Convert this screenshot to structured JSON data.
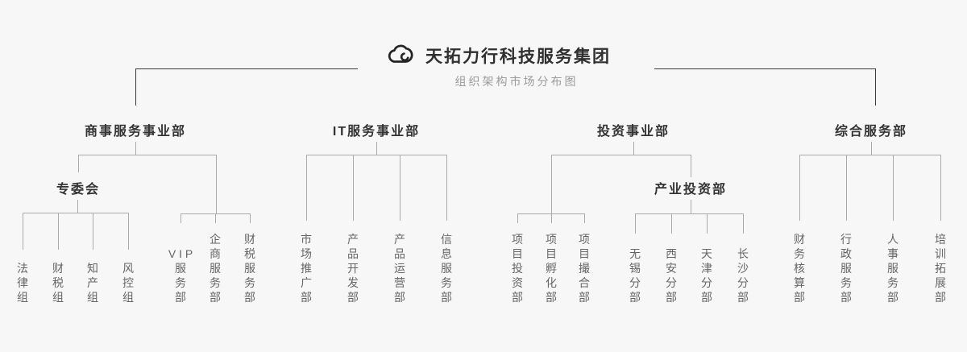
{
  "header": {
    "logo_icon": "cloud-icon",
    "title": "天拓力行科技服务集团",
    "subtitle": "组织架构市场分布图"
  },
  "colors": {
    "background": "#f7f7f7",
    "root_connector": "#3a3a3a",
    "branch_connector": "#aaaaaa",
    "heading_text": "#333333",
    "leaf_text": "#666666",
    "subtitle_text": "#9b9b9b"
  },
  "departments": [
    {
      "label": "商事服务事业部",
      "subgroups": [
        {
          "label": "专委会",
          "children": [
            {
              "label": "法律组"
            },
            {
              "label": "财税组"
            },
            {
              "label": "知产组"
            },
            {
              "label": "风控组"
            }
          ]
        },
        {
          "children": [
            {
              "label": "VIP服务部"
            },
            {
              "label": "企商服务部"
            },
            {
              "label": "财税服务部"
            }
          ]
        }
      ]
    },
    {
      "label": "IT服务事业部",
      "children": [
        {
          "label": "市场推广部"
        },
        {
          "label": "产品开发部"
        },
        {
          "label": "产品运营部"
        },
        {
          "label": "信息服务部"
        }
      ]
    },
    {
      "label": "投资事业部",
      "children": [
        {
          "label": "项目投资部"
        },
        {
          "label": "项目孵化部"
        },
        {
          "label": "项目撮合部"
        }
      ],
      "subgroups": [
        {
          "label": "产业投资部",
          "children": [
            {
              "label": "无锡分部"
            },
            {
              "label": "西安分部"
            },
            {
              "label": "天津分部"
            },
            {
              "label": "长沙分部"
            }
          ]
        }
      ]
    },
    {
      "label": "综合服务部",
      "children": [
        {
          "label": "财务核算部"
        },
        {
          "label": "行政服务部"
        },
        {
          "label": "人事服务部"
        },
        {
          "label": "培训拓展部"
        }
      ]
    }
  ]
}
